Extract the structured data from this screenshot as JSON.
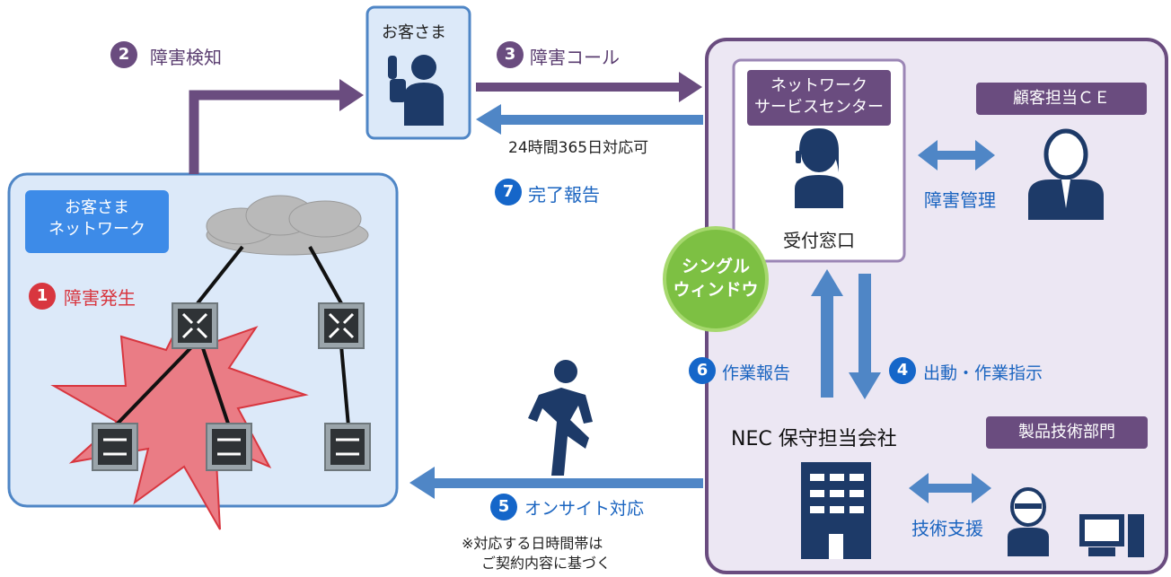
{
  "steps": {
    "s1": {
      "num": "1",
      "label": "障害発生"
    },
    "s2": {
      "num": "2",
      "label": "障害検知"
    },
    "s3": {
      "num": "3",
      "label": "障害コール"
    },
    "s4": {
      "num": "4",
      "label": "出動・作業指示"
    },
    "s5": {
      "num": "5",
      "label": "オンサイト対応"
    },
    "s6": {
      "num": "6",
      "label": "作業報告"
    },
    "s7": {
      "num": "7",
      "label": "完了報告"
    }
  },
  "customer": {
    "label": "お客さま"
  },
  "customer_network": {
    "label_line1": "お客さま",
    "label_line2": "ネットワーク"
  },
  "availability_note": "24時間365日対応可",
  "nsc": {
    "label_line1": "ネットワーク",
    "label_line2": "サービスセンター",
    "desk_label": "受付窓口"
  },
  "single_window": {
    "line1": "シングル",
    "line2": "ウィンドウ"
  },
  "account_ce": {
    "label": "顧客担当ＣＥ"
  },
  "incident_mgmt": "障害管理",
  "maintenance_company": "NEC 保守担当会社",
  "product_tech": {
    "label": "製品技術部門"
  },
  "tech_support": "技術支援",
  "footnote": {
    "line1": "※対応する日時間帯は",
    "line2": "ご契約内容に基づく"
  },
  "colors": {
    "purple": "#6a4c7f",
    "blue": "#4f86c6",
    "light_blue_bg": "#dce9f9",
    "lavender_bg": "#ece7f3",
    "red": "#d8363f"
  }
}
